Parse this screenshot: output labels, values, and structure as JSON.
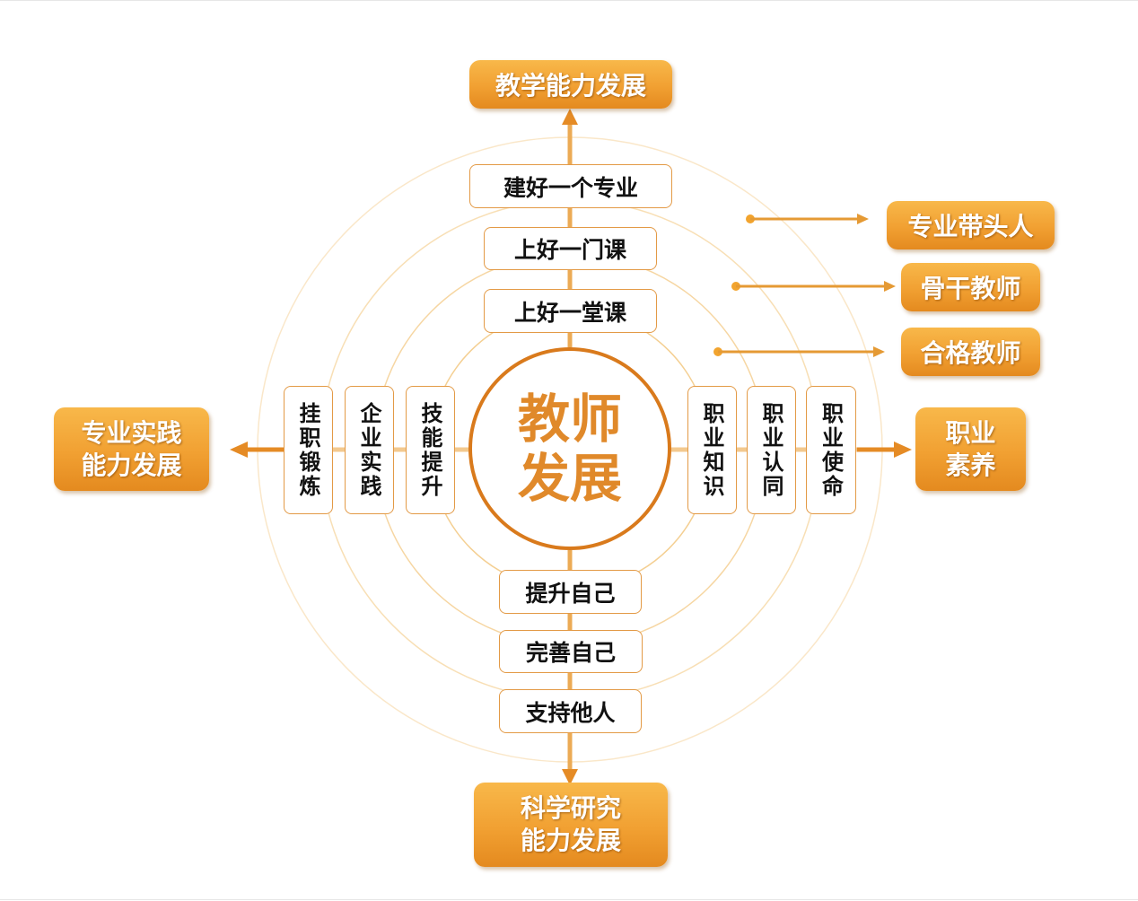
{
  "center": {
    "line1": "教师",
    "line2": "发展"
  },
  "outer": {
    "top": "教学能力发展",
    "bottom": {
      "line1": "科学研究",
      "line2": "能力发展"
    },
    "left": {
      "line1": "专业实践",
      "line2": "能力发展"
    },
    "right": {
      "line1": "职业",
      "line2": "素养"
    }
  },
  "top_axis": [
    "建好一个专业",
    "上好一门课",
    "上好一堂课"
  ],
  "bottom_axis": [
    "提升自己",
    "完善自己",
    "支持他人"
  ],
  "left_axis": [
    "挂职锻炼",
    "企业实践",
    "技能提升"
  ],
  "right_axis": [
    "职业知识",
    "职业认同",
    "职业使命"
  ],
  "levels": [
    "专业带头人",
    "骨干教师",
    "合格教师"
  ],
  "colors": {
    "orange": "#f1a032",
    "dark_orange": "#d97a1c",
    "ring": "#f6d9a8"
  }
}
